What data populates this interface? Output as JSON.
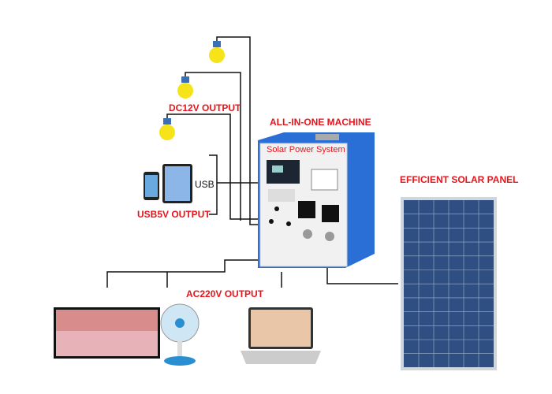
{
  "labels": {
    "dc12v": "DC12V OUTPUT",
    "usb": "USB",
    "usb5v": "USB5V OUTPUT",
    "machine": "ALL-IN-ONE MACHINE",
    "machine_panel": "Solar Power System",
    "solar_panel": "EFFICIENT SOLAR PANEL",
    "ac220v": "AC220V OUTPUT"
  },
  "colors": {
    "accent": "#e8141b",
    "machine_blue": "#2a6fd6",
    "line": "#111111"
  }
}
